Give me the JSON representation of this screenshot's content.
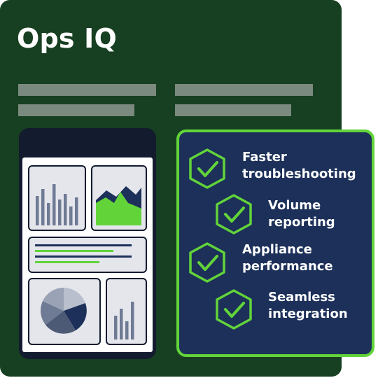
{
  "app": {
    "title": "Ops IQ"
  },
  "colors": {
    "panel_bg": "#173f21",
    "accent_green": "#62d43a",
    "navy": "#1c3059",
    "placeholder_gray": "#7a8a7e"
  },
  "icons": {
    "benefit_icon": "hexagon-check-icon"
  },
  "benefits": [
    {
      "line1": "Faster",
      "line2": "troubleshooting"
    },
    {
      "line1": "Volume",
      "line2": "reporting"
    },
    {
      "line1": "Appliance",
      "line2": "performance"
    },
    {
      "line1": "Seamless",
      "line2": "integration"
    }
  ]
}
